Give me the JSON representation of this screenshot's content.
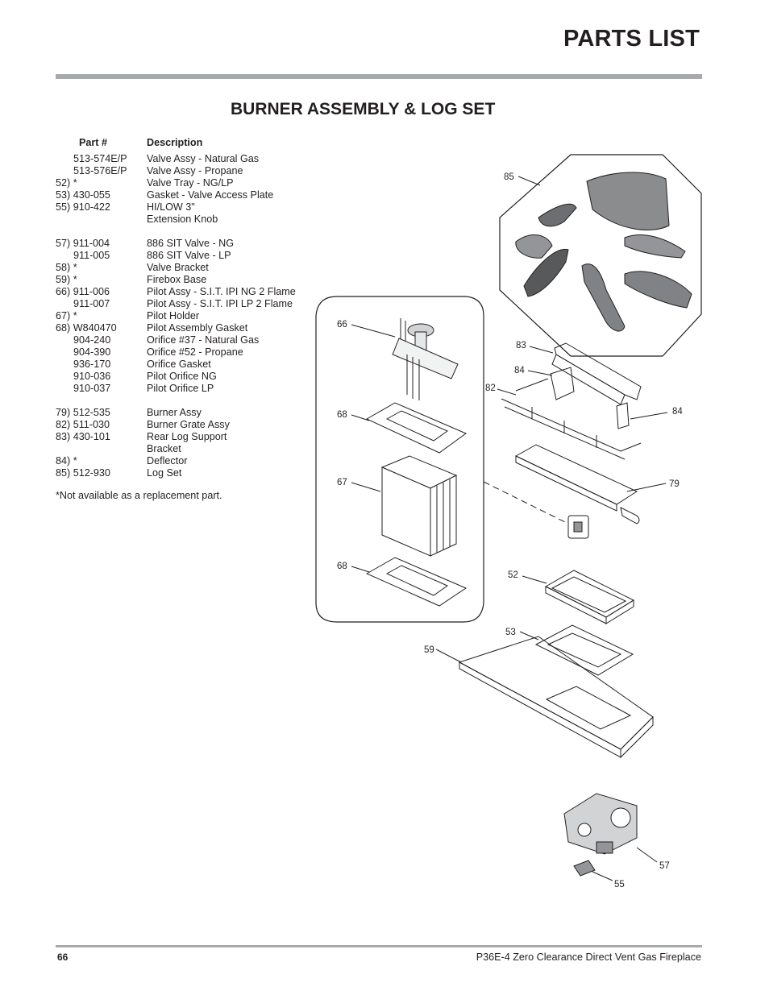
{
  "header": {
    "title": "PARTS LIST"
  },
  "section": {
    "title": "BURNER ASSEMBLY & LOG SET"
  },
  "table": {
    "headers": {
      "part": "Part #",
      "description": "Description"
    },
    "rows": [
      {
        "part": "513-574E/P",
        "description": "Valve Assy - Natural Gas",
        "indent": true
      },
      {
        "part": "513-576E/P",
        "description": "Valve Assy - Propane",
        "indent": true
      },
      {
        "part": "52) *",
        "description": "Valve Tray - NG/LP"
      },
      {
        "part": "53) 430-055",
        "description": "Gasket - Valve Access Plate"
      },
      {
        "part": "55) 910-422",
        "description": "HI/LOW 3\""
      },
      {
        "part": "",
        "description": "Extension Knob"
      },
      {
        "part": "",
        "description": "",
        "gap": true
      },
      {
        "part": "57) 911-004",
        "description": "886 SIT Valve - NG"
      },
      {
        "part": "911-005",
        "description": "886 SIT Valve - LP",
        "indent": true
      },
      {
        "part": "58) *",
        "description": "Valve Bracket"
      },
      {
        "part": "59) *",
        "description": "Firebox Base"
      },
      {
        "part": "66) 911-006",
        "description": "Pilot Assy - S.I.T. IPI NG 2 Flame"
      },
      {
        "part": "911-007",
        "description": "Pilot Assy - S.I.T. IPI LP  2 Flame",
        "indent": true
      },
      {
        "part": "67) *",
        "description": "Pilot Holder"
      },
      {
        "part": "68) W840470",
        "description": "Pilot Assembly Gasket"
      },
      {
        "part": "904-240",
        "description": "Orifice #37 - Natural Gas",
        "indent": true
      },
      {
        "part": "904-390",
        "description": "Orifice #52 - Propane",
        "indent": true
      },
      {
        "part": "936-170",
        "description": "Orifice Gasket",
        "indent": true
      },
      {
        "part": "910-036",
        "description": "Pilot Orifice NG",
        "indent": true
      },
      {
        "part": "910-037",
        "description": "Pilot Orifice LP",
        "indent": true
      },
      {
        "part": "",
        "description": "",
        "gap": true
      },
      {
        "part": "79) 512-535",
        "description": "Burner Assy"
      },
      {
        "part": "82) 511-030",
        "description": "Burner Grate Assy"
      },
      {
        "part": "83) 430-101",
        "description": "Rear Log Support"
      },
      {
        "part": "",
        "description": "Bracket"
      },
      {
        "part": "84) *",
        "description": "Deflector"
      },
      {
        "part": "85) 512-930",
        "description": "Log Set"
      }
    ],
    "footnote": "*Not available as a replacement part."
  },
  "diagram": {
    "callouts": {
      "c85": "85",
      "c66": "66",
      "c83": "83",
      "c84a": "84",
      "c82": "82",
      "c84b": "84",
      "c68a": "68",
      "c79": "79",
      "c67": "67",
      "c68b": "68",
      "c52": "52",
      "c53": "53",
      "c59": "59",
      "c57": "57",
      "c55": "55"
    }
  },
  "footer": {
    "page_number": "66",
    "text": "P36E-4 Zero Clearance Direct Vent Gas Fireplace"
  }
}
